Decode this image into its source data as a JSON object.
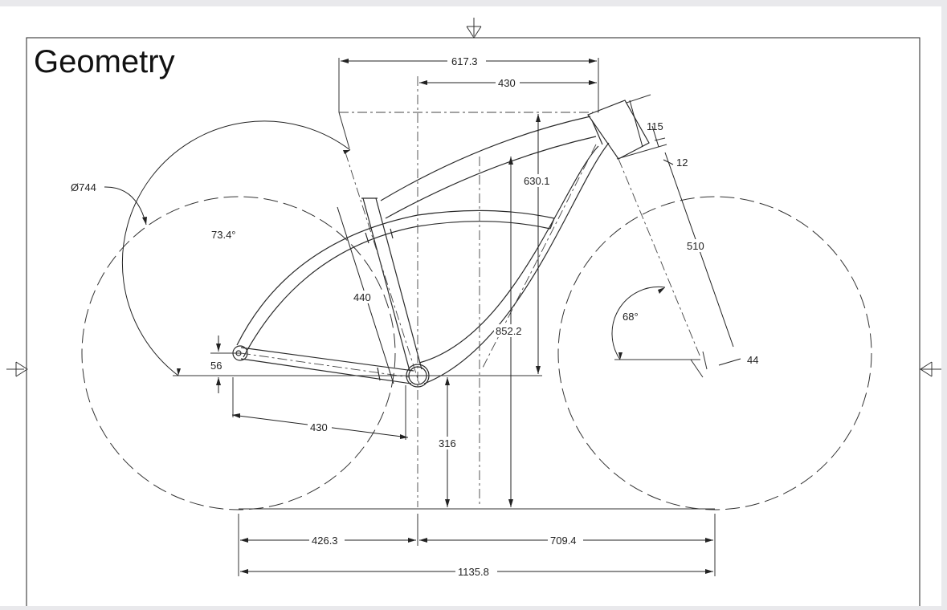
{
  "drawing": {
    "title": "Geometry",
    "wheel_label": "Ø744",
    "dimensions": {
      "top_overall": "617.3",
      "top_reach": "430",
      "head_tube_length": "115",
      "headset_gap": "12",
      "stack_upper": "630.1",
      "fork_length": "510",
      "fork_offset": "44",
      "seat_angle": "73.4°",
      "head_angle": "68°",
      "seat_tube_length": "440",
      "stack_total": "852.2",
      "bb_drop": "56",
      "bb_height": "316",
      "chainstay": "430",
      "rear_center": "426.3",
      "front_center": "709.4",
      "wheelbase": "1135.8"
    }
  }
}
